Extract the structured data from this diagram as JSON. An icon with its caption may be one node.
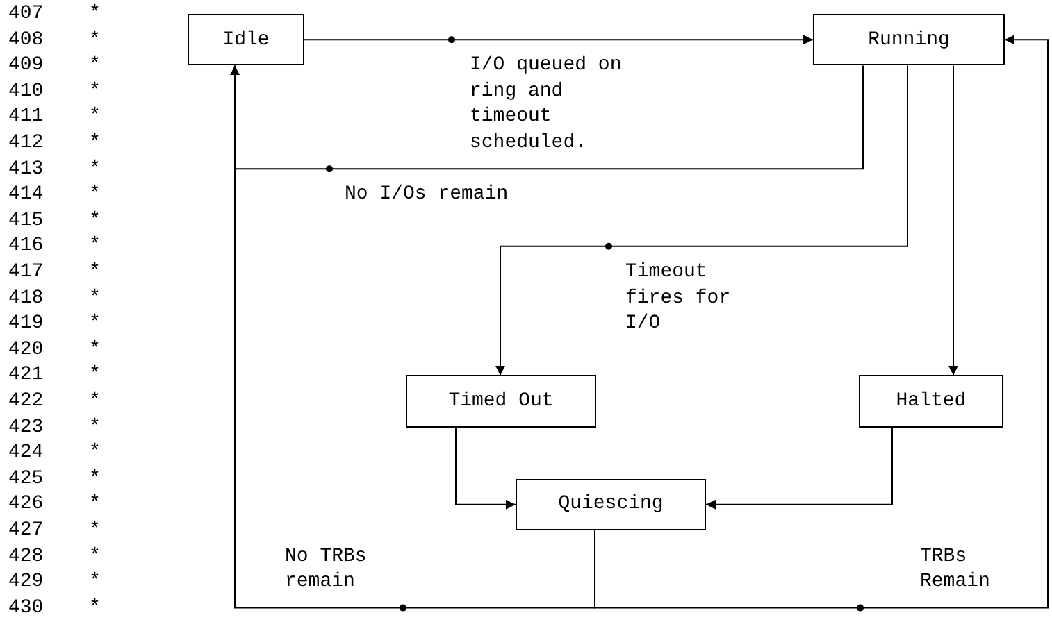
{
  "diagram": {
    "nodes": [
      {
        "text": [
          "Idle"
        ]
      },
      {
        "text": [
          "Running"
        ]
      },
      {
        "text": [
          "Timed Out"
        ]
      },
      {
        "text": [
          "Halted"
        ]
      },
      {
        "text": [
          "Quiescing"
        ]
      }
    ],
    "edges": [
      {
        "from": 0,
        "to": 1,
        "arrow": "to",
        "label": "I/O queued on ring and timeout scheduled."
      },
      {
        "from": 1,
        "to": 0,
        "arrow": "to",
        "label": "No I/Os remain"
      },
      {
        "from": 1,
        "to": 2,
        "arrow": "to",
        "label": "Timeout fires for I/O"
      },
      {
        "from": 1,
        "to": 3,
        "arrow": "to"
      },
      {
        "from": 2,
        "to": 4,
        "arrow": "to"
      },
      {
        "from": 3,
        "to": 4,
        "arrow": "to"
      },
      {
        "from": 4,
        "to": 0,
        "arrow": "to",
        "label": "No TRBs remain"
      },
      {
        "from": 4,
        "to": 1,
        "arrow": "to",
        "label": "TRBs Remain"
      }
    ],
    "labels": [
      "407",
      "*",
      "408",
      "*",
      "409",
      "*",
      "410",
      "*",
      "411",
      "*",
      "412",
      "*",
      "413",
      "*",
      "414",
      "*",
      "415",
      "*",
      "416",
      "*",
      "417",
      "*",
      "418",
      "*",
      "419",
      "*",
      "420",
      "*",
      "421",
      "*",
      "422",
      "*",
      "423",
      "*",
      "424",
      "*",
      "425",
      "*",
      "426",
      "*",
      "427",
      "*",
      "428",
      "*",
      "429",
      "*",
      "430",
      "*"
    ]
  }
}
